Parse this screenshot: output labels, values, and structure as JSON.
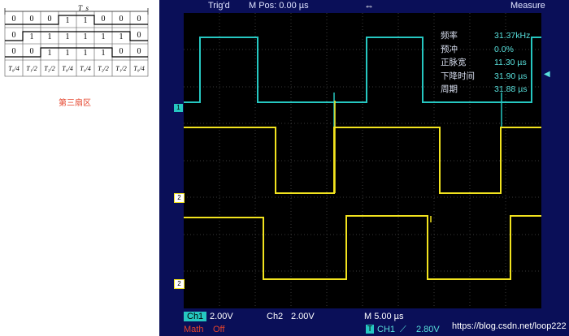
{
  "table": {
    "period_label": "T_s",
    "rows": [
      [
        "0",
        "0",
        "0",
        "1",
        "1",
        "0",
        "0",
        "0"
      ],
      [
        "0",
        "1",
        "1",
        "1",
        "1",
        "1",
        "1",
        "0"
      ],
      [
        "0",
        "0",
        "1",
        "1",
        "1",
        "1",
        "0",
        "0"
      ],
      [
        "T₀/4",
        "T₁/2",
        "T₂/2",
        "T₀/4",
        "T₀/4",
        "T₂/2",
        "T₁/2",
        "T₀/4"
      ]
    ]
  },
  "sector_label": "第三扇区",
  "scope": {
    "trig_status": "Trig'd",
    "m_pos": "M Pos: 0.00 µs",
    "measure_title": "Measure",
    "measurements": [
      {
        "name": "频率",
        "value": "31.37kHz"
      },
      {
        "name": "预冲",
        "value": "0.0%"
      },
      {
        "name": "正脉宽",
        "value": "11.30 µs"
      },
      {
        "name": "下降时间",
        "value": "31.90 µs"
      },
      {
        "name": "周期",
        "value": "31.88 µs"
      }
    ],
    "ch1_label": "Ch1",
    "ch1_scale": "2.00V",
    "ch2_label": "Ch2",
    "ch2_scale": "2.00V",
    "timebase": "M 5.00 µs",
    "math_label": "Math",
    "math_state": "Off",
    "trigger_source": "CH1",
    "trigger_level": "2.80V",
    "markers": [
      "1",
      "2",
      "2"
    ],
    "watermark": "https://blog.csdn.net/loop222",
    "colors": {
      "ch1": "#26c7c1",
      "ch2": "#f2e31e",
      "grid": "#3a3a3a"
    }
  }
}
